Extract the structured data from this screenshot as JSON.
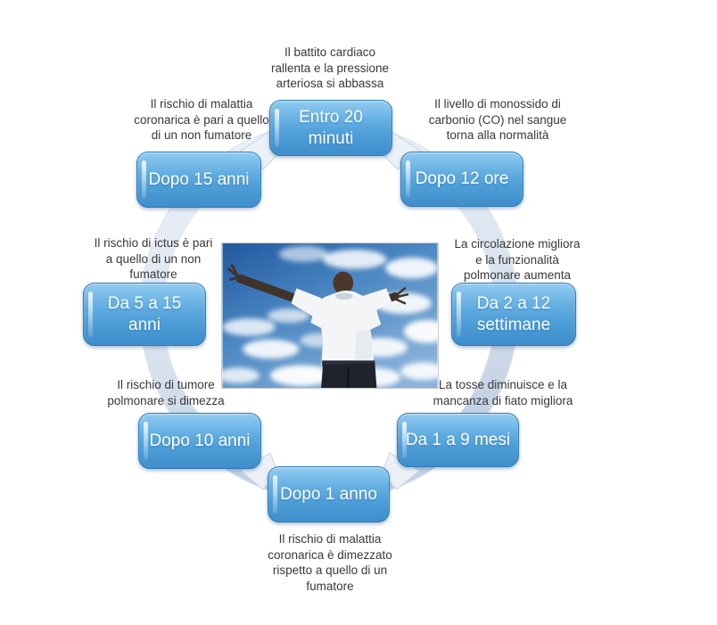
{
  "diagram": {
    "type": "cycle",
    "topic": "smoking-cessation-benefits-timeline"
  },
  "nodes": [
    {
      "id": "entro-20-minuti",
      "position": "top",
      "label": "Entro 20\nminuti",
      "description": "Il battito cardiaco\nrallenta e la pressione\narteriosa si abbassa"
    },
    {
      "id": "dopo-12-ore",
      "position": "top-right",
      "label": "Dopo 12 ore",
      "description": "Il livello di monossido di\ncarbonio (CO) nel sangue\ntorna alla normalità"
    },
    {
      "id": "da-2-a-12-settimane",
      "position": "right",
      "label": "Da 2 a 12\nsettimane",
      "description": "La circolazione migliora\ne la funzionalità\npolmonare aumenta"
    },
    {
      "id": "da-1-a-9-mesi",
      "position": "bottom-right",
      "label": "Da 1 a 9 mesi",
      "description": "La tosse diminuisce e la\nmancanza di fiato migliora"
    },
    {
      "id": "dopo-1-anno",
      "position": "bottom",
      "label": "Dopo 1 anno",
      "description": "Il rischio di malattia\ncoronarica è dimezzato\nrispetto a quello di un\nfumatore"
    },
    {
      "id": "dopo-10-anni",
      "position": "bottom-left",
      "label": "Dopo 10 anni",
      "description": "Il rischio di tumore\npolmonare si dimezza"
    },
    {
      "id": "da-5-a-15-anni",
      "position": "left",
      "label": "Da 5 a 15\nanni",
      "description": "Il rischio di ictus è pari\na quello di un non\nfumatore"
    },
    {
      "id": "dopo-15-anni",
      "position": "top-left",
      "label": "Dopo 15 anni",
      "description": "Il rischio di malattia\ncoronarica è pari a quello\ndi un non fumatore"
    }
  ],
  "center_image": {
    "subject": "man with open arms against blue sky with clouds"
  },
  "colors": {
    "node_fill": "#4e9ed8",
    "node_fill_light": "#92ccf1",
    "node_border": "#2f7cb8",
    "node_text": "#ffffff",
    "ring_light": "#edf2f8",
    "ring_dark": "#c6d4e6",
    "description_text": "#383838",
    "background": "#ffffff"
  }
}
